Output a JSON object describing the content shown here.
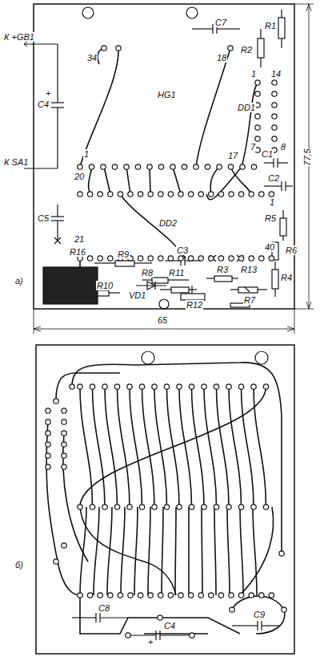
{
  "diagram": {
    "labels": [
      "К +GB1",
      "К SA1",
      "C7",
      "R1",
      "R2",
      "34",
      "18",
      "1",
      "14",
      "DD1",
      "HG1",
      "C4",
      "+",
      "7",
      "8",
      "1",
      "17",
      "C1",
      "20",
      "C2",
      "1",
      "C5",
      "DD2",
      "21",
      "40",
      "R5",
      "R6",
      "R4",
      "R16",
      "R9",
      "C3",
      "R8",
      "R11",
      "R3",
      "R13",
      "R10",
      "VD1",
      "R12",
      "R7",
      "65",
      "77,5",
      "а)",
      "б)",
      "C8",
      "C4",
      "+",
      "C9"
    ]
  }
}
